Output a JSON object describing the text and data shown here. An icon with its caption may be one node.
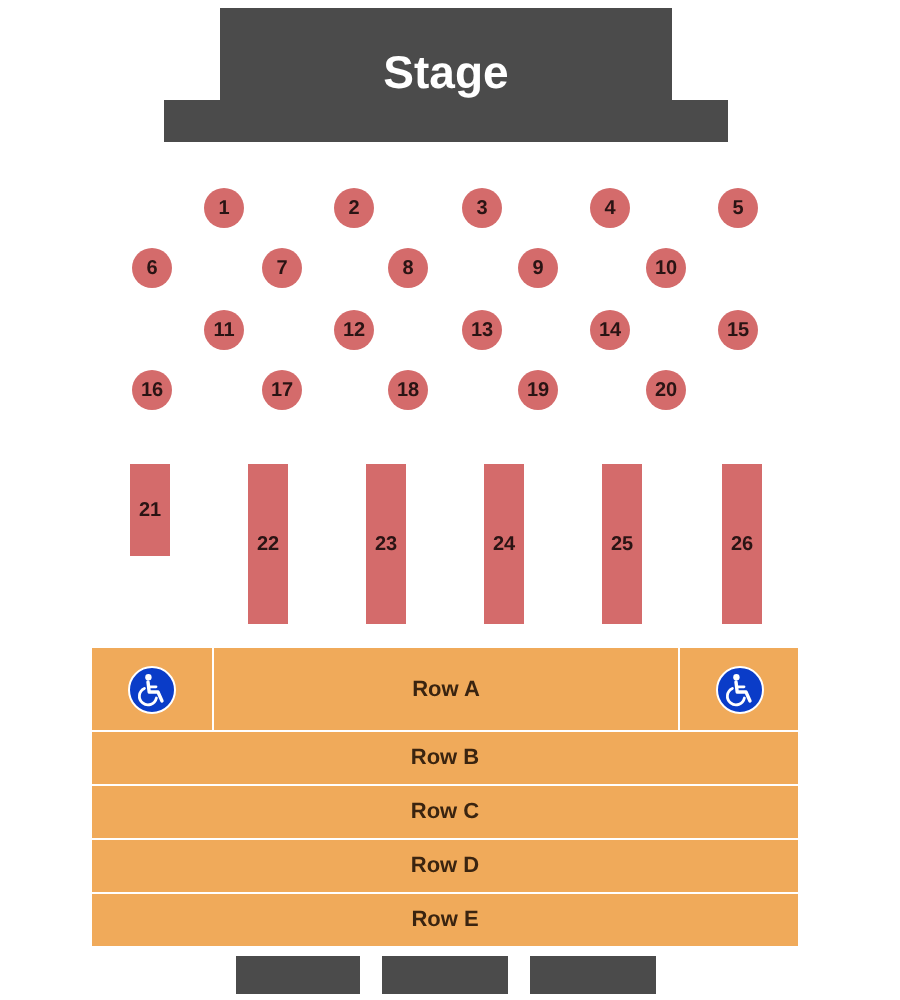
{
  "diagram": {
    "nodes": [
      {
        "text": [
          "Stage"
        ]
      },
      {
        "text": [
          "1"
        ]
      },
      {
        "text": [
          "2"
        ]
      },
      {
        "text": [
          "3"
        ]
      },
      {
        "text": [
          "4"
        ]
      },
      {
        "text": [
          "5"
        ]
      },
      {
        "text": [
          "6"
        ]
      },
      {
        "text": [
          "7"
        ]
      },
      {
        "text": [
          "8"
        ]
      },
      {
        "text": [
          "9"
        ]
      },
      {
        "text": [
          "10"
        ]
      },
      {
        "text": [
          "11"
        ]
      },
      {
        "text": [
          "12"
        ]
      },
      {
        "text": [
          "13"
        ]
      },
      {
        "text": [
          "14"
        ]
      },
      {
        "text": [
          "15"
        ]
      },
      {
        "text": [
          "16"
        ]
      },
      {
        "text": [
          "17"
        ]
      },
      {
        "text": [
          "18"
        ]
      },
      {
        "text": [
          "19"
        ]
      },
      {
        "text": [
          "20"
        ]
      },
      {
        "text": [
          "21"
        ]
      },
      {
        "text": [
          "22"
        ]
      },
      {
        "text": [
          "23"
        ]
      },
      {
        "text": [
          "24"
        ]
      },
      {
        "text": [
          "25"
        ]
      },
      {
        "text": [
          "26"
        ]
      },
      {
        "text": [],
        "shape": "box"
      },
      {
        "text": [
          "Row A"
        ]
      },
      {
        "text": [],
        "shape": "box"
      },
      {
        "text": [
          "Row B"
        ]
      },
      {
        "text": [
          "Row C"
        ]
      },
      {
        "text": [
          "Row D"
        ]
      },
      {
        "text": [
          "Row E"
        ]
      },
      {
        "text": [],
        "shape": "box"
      },
      {
        "text": [],
        "shape": "box"
      },
      {
        "text": [],
        "shape": "box"
      }
    ],
    "edges": []
  }
}
